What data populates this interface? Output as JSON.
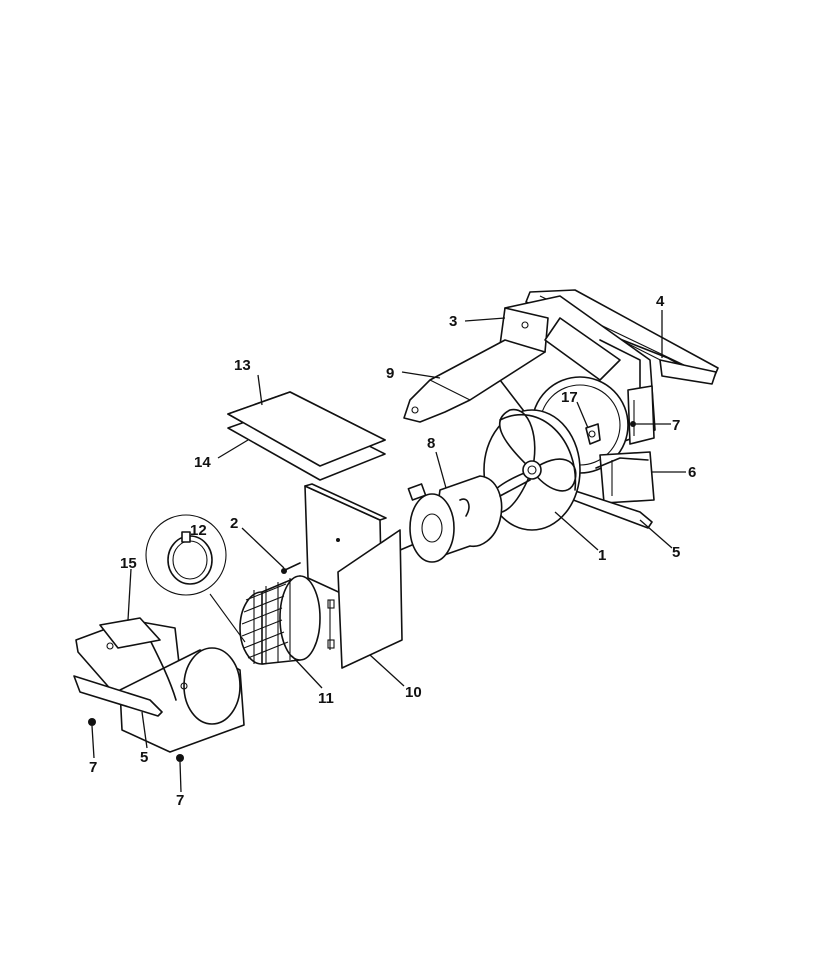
{
  "callouts": {
    "c1": "1",
    "c2": "2",
    "c3": "3",
    "c4": "4",
    "c5a": "5",
    "c5b": "5",
    "c6": "6",
    "c7a": "7",
    "c7b": "7",
    "c7c": "7",
    "c8": "8",
    "c9": "9",
    "c10": "10",
    "c11": "11",
    "c12": "12",
    "c13": "13",
    "c14": "14",
    "c15": "15",
    "c17": "17"
  }
}
